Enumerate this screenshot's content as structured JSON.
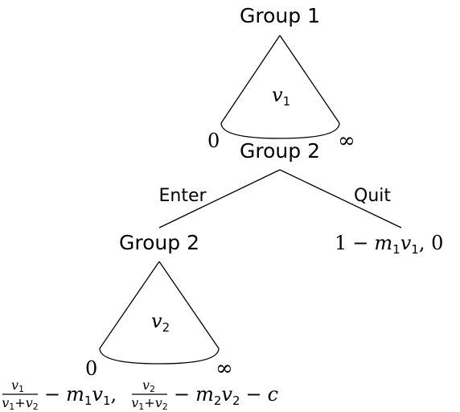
{
  "tree": {
    "root": {
      "label": "Group 1",
      "cone": {
        "variable": "v",
        "variable_sub": "1",
        "low": "0",
        "high": "∞"
      }
    },
    "second_mover": {
      "label": "Group 2"
    },
    "branches": {
      "enter": "Enter",
      "quit": "Quit"
    },
    "enter_node": {
      "label": "Group 2",
      "cone": {
        "variable": "v",
        "variable_sub": "2",
        "low": "0",
        "high": "∞"
      }
    },
    "payoffs": {
      "quit": {
        "one": "1",
        "minus": "−",
        "m": "m",
        "m_sub": "1",
        "v": "v",
        "v_sub": "1",
        "sep": ", ",
        "zero": "0"
      },
      "enter": {
        "frac1_num": "v",
        "frac1_num_sub": "1",
        "frac1_den_a": "v",
        "frac1_den_a_sub": "1",
        "frac1_den_plus": "+",
        "frac1_den_b": "v",
        "frac1_den_b_sub": "2",
        "minus1": "−",
        "m1": "m",
        "m1_sub": "1",
        "v1": "v",
        "v1_sub": "1",
        "comma": ",",
        "frac2_num": "v",
        "frac2_num_sub": "2",
        "frac2_den_a": "v",
        "frac2_den_a_sub": "1",
        "frac2_den_plus": "+",
        "frac2_den_b": "v",
        "frac2_den_b_sub": "2",
        "minus2": "−",
        "m2": "m",
        "m2_sub": "2",
        "v2": "v",
        "v2_sub": "2",
        "minus3": "−",
        "c": "c"
      }
    }
  }
}
